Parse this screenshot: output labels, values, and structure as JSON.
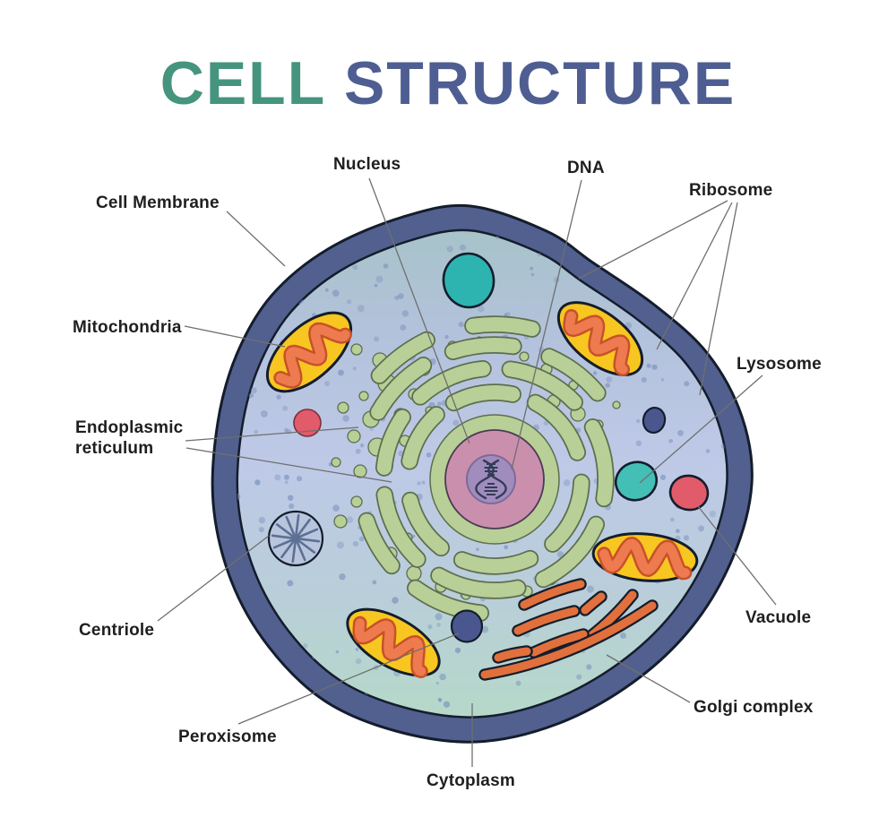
{
  "title": {
    "word1": "CELL",
    "word2": "STRUCTURE"
  },
  "labels": {
    "cell_membrane": "Cell Membrane",
    "nucleus": "Nucleus",
    "dna": "DNA",
    "ribosome": "Ribosome",
    "mitochondria": "Mitochondria",
    "lysosome": "Lysosome",
    "endoplasmic_reticulum": {
      "line1": "Endoplasmic",
      "line2": "reticulum"
    },
    "vacuole": "Vacuole",
    "centriole": "Centriole",
    "golgi_complex": "Golgi complex",
    "peroxisome": "Peroxisome",
    "cytoplasm": "Cytoplasm"
  },
  "colors": {
    "title_green": "#45947d",
    "title_blue": "#4e5e92",
    "label_text": "#1f1f1f",
    "leader_line": "#6f6f6f",
    "outline": "#141d2c",
    "membrane": "#52608f",
    "cytoplasm_top": "#a7c3c9",
    "cytoplasm_mid": "#bec9e7",
    "cytoplasm_low": "#b9ced9",
    "cytoplasm_bottom": "#b5d9c9",
    "speckle": "#7d93bf",
    "er_green": "#b8cf97",
    "er_outline": "#5d6e4e",
    "nucleus_pink": "#cb8fae",
    "nucleus_outline": "#4a3c52",
    "nucleolus_purple": "#a18cbe",
    "nucleolus_outline": "#7d6a99",
    "dna": "#333c57",
    "mito_yellow": "#f8c620",
    "mito_squiggle": "#ee7b4f",
    "mito_squiggle_outline": "#c8512a",
    "golgi_orange": "#e2703c",
    "teal": "#2eb4b0",
    "teal2": "#44bfb6",
    "red": "#e25b6b",
    "red_outline": "#7a2f3c",
    "navy": "#4a578f",
    "centriole_spokes": "#5c7094",
    "centriole_fill": "#b9c5dd"
  }
}
